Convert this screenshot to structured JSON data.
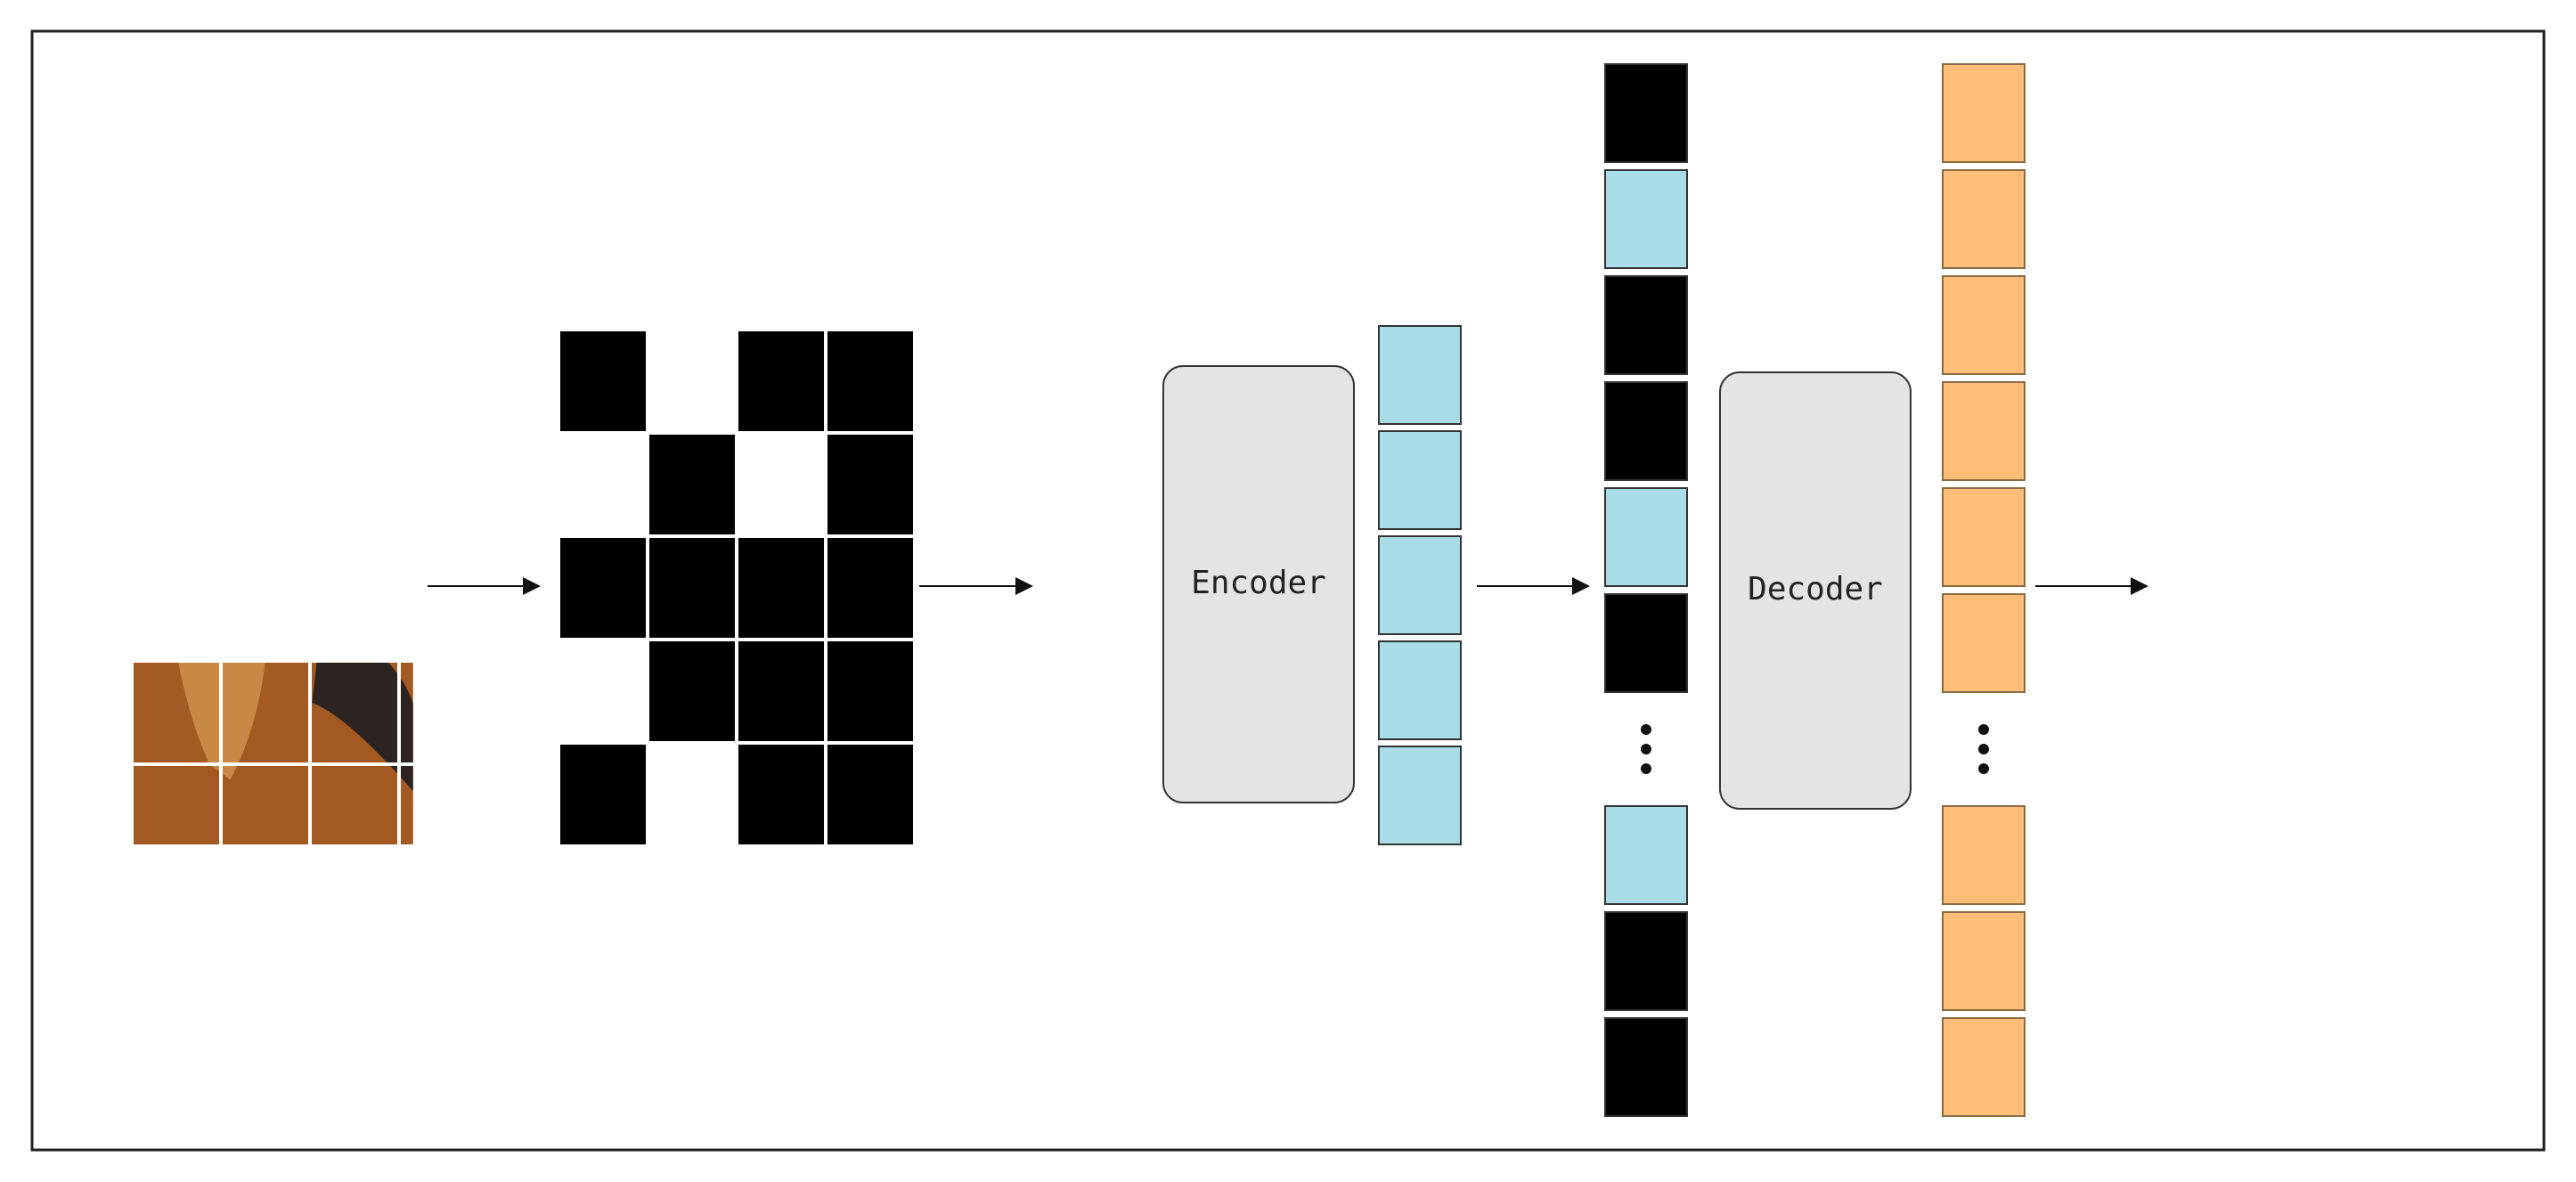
{
  "encoder": {
    "label": "Encoder"
  },
  "decoder": {
    "label": "Decoder"
  },
  "colors": {
    "frame": "#222222",
    "encoder_token": "#a8dce6",
    "mask_token": "#000000",
    "decoder_token": "#fbbd78",
    "block_fill": "#e4e4e4",
    "token_border": "#333333"
  },
  "grid": {
    "rows": 5,
    "cols": 4
  },
  "masked_pattern": [
    [
      1,
      0,
      1,
      1
    ],
    [
      0,
      1,
      0,
      1
    ],
    [
      1,
      1,
      1,
      1
    ],
    [
      0,
      1,
      1,
      1
    ],
    [
      1,
      0,
      1,
      1
    ]
  ],
  "mask_column": [
    "mask",
    "visible",
    "mask",
    "mask",
    "visible",
    "mask",
    "ellipsis",
    "visible",
    "mask",
    "mask"
  ],
  "encoder_tokens": 5,
  "decoder_column": [
    "token",
    "token",
    "token",
    "token",
    "token",
    "token",
    "ellipsis",
    "token",
    "token",
    "token"
  ],
  "icons": {
    "arrow": "right-arrow-icon",
    "ellipsis": "vertical-ellipsis-icon",
    "image": "german-shepherd-photo"
  }
}
